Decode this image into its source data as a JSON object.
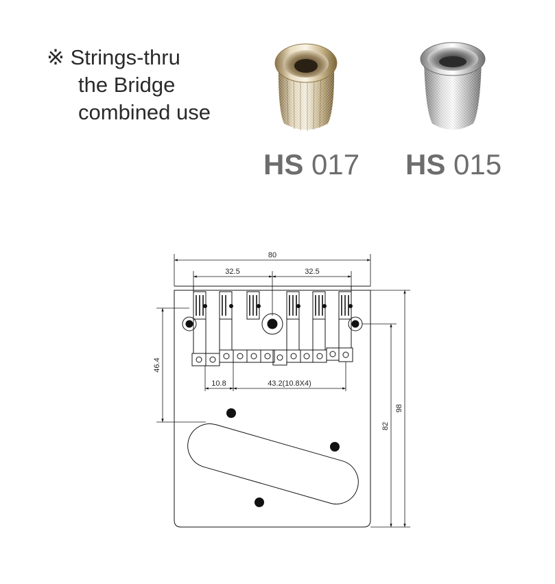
{
  "note": {
    "symbol": "※",
    "line1": "Strings-thru",
    "line2": "the Bridge",
    "line3": "combined use"
  },
  "products": [
    {
      "code": "HS",
      "number": "017",
      "finish": "gold",
      "icon": "ferrule-gold-knurled-icon"
    },
    {
      "code": "HS",
      "number": "015",
      "finish": "chrome",
      "icon": "ferrule-chrome-knurled-icon"
    }
  ],
  "dimensions": {
    "overall_width": "80",
    "half_span_left": "32.5",
    "half_span_right": "32.5",
    "height_to_mount": "46.4",
    "saddle_pitch": "10.8",
    "saddle_total": "43.2(10.8X4)",
    "inner_height": "82",
    "overall_height": "98"
  }
}
